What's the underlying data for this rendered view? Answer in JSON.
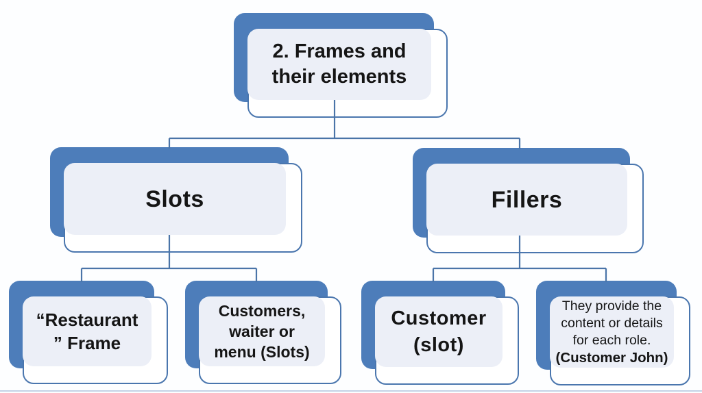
{
  "slide": {
    "type": "hierarchy-diagram",
    "nodes": {
      "root": {
        "lines": [
          "2. Frames and",
          "their elements"
        ]
      },
      "slots": {
        "lines": [
          "Slots"
        ]
      },
      "fillers": {
        "lines": [
          "Fillers"
        ]
      },
      "restaurant": {
        "lines": [
          "“Restaurant",
          "” Frame"
        ]
      },
      "customers": {
        "lines": [
          "Customers,",
          "waiter or",
          "menu (Slots)"
        ]
      },
      "customer_slot": {
        "lines": [
          "Customer",
          "(slot)"
        ]
      },
      "they_provide": {
        "lines": [
          "They provide the",
          "content or details",
          "for each role."
        ],
        "bold_line": "(Customer John)"
      }
    },
    "hierarchy": {
      "root": "2. Frames and their elements",
      "children": [
        {
          "label": "Slots",
          "children": [
            "“Restaurant” Frame",
            "Customers, waiter or menu (Slots)"
          ]
        },
        {
          "label": "Fillers",
          "children": [
            "Customer (slot)",
            "They provide the content or details for each role. (Customer John)"
          ]
        }
      ]
    }
  },
  "colors": {
    "shadow_blue": "#4d7dba",
    "border_blue": "#4a76ae",
    "light_fill": "#eceff7",
    "connector": "#4a74a8",
    "text_color": "#151515",
    "edge_line": "#c4d2e6",
    "slide_bg": "#fdfeff"
  }
}
